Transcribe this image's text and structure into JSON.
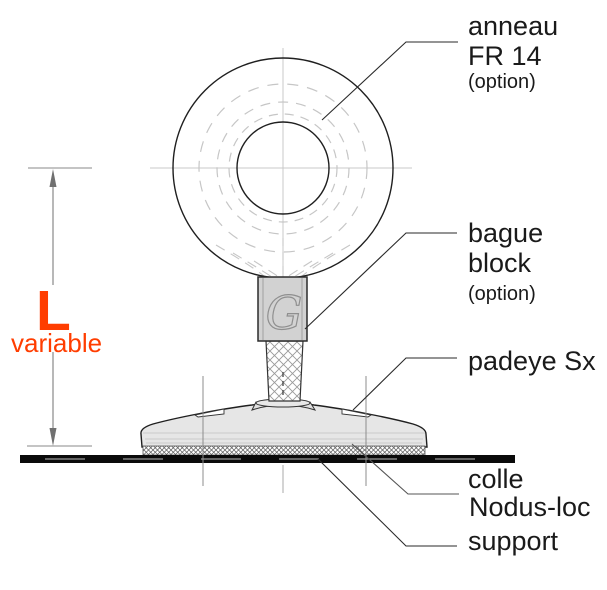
{
  "callouts": {
    "anneau": {
      "line1": "anneau",
      "line2": "FR 14",
      "note": "(option)"
    },
    "bague": {
      "line1": "bague",
      "line2": "block",
      "note": "(option)"
    },
    "padeye": {
      "label": "padeye Sx"
    },
    "colle": {
      "line1": "colle",
      "line2": "Nodus-loc"
    },
    "support": {
      "label": "support"
    }
  },
  "dimension": {
    "letter": "L",
    "word": "variable",
    "color": "#ff3d00"
  },
  "block_logo": {
    "glyph": "G"
  },
  "colors": {
    "outline": "#1f1f1f",
    "centerline": "#c8c8c8",
    "guide_line": "#8c8c8c",
    "dimension_line": "#707070",
    "leader_line": "#2a2a2a",
    "metal_fill": "#e6e6e6",
    "block_fill": "#d2d2d2",
    "collar_fill": "#e0e0e0",
    "support_fill": "#0a0a0a",
    "accent": "#ff3d00"
  }
}
